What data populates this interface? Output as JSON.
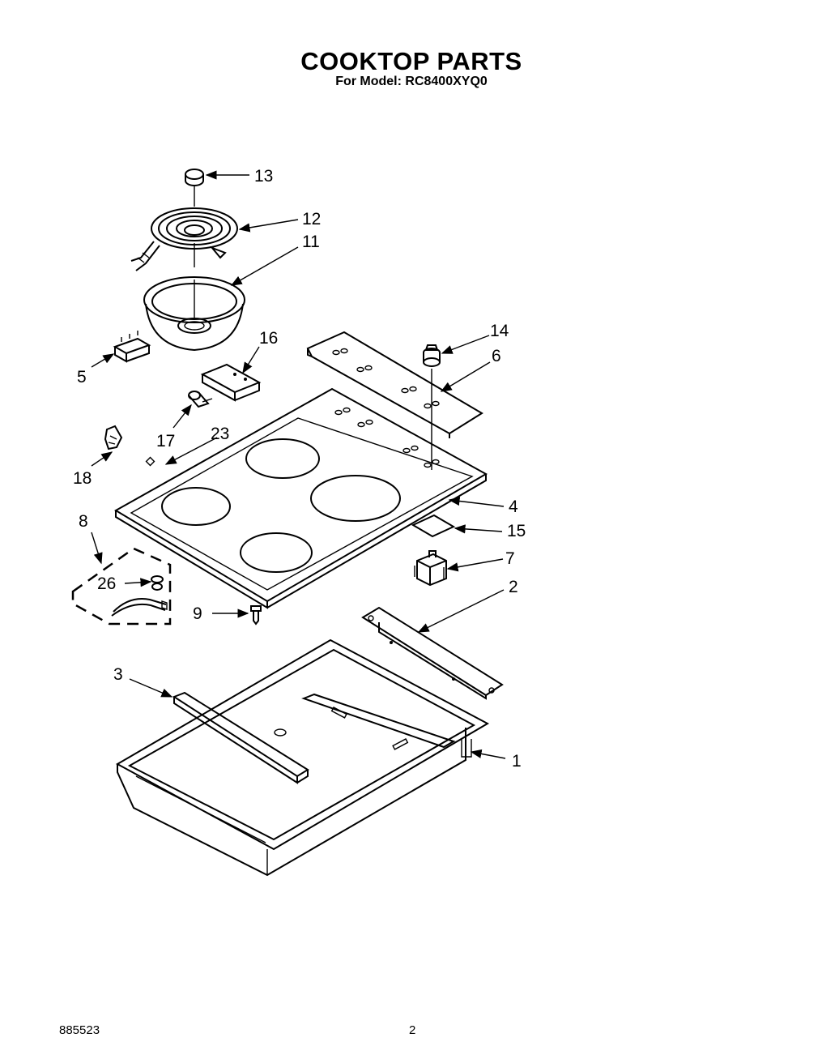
{
  "header": {
    "title": "COOKTOP PARTS",
    "subtitle": "For Model: RC8400XYQ0"
  },
  "footer": {
    "doc_number": "885523",
    "page_number": "2"
  },
  "callouts": [
    "1",
    "2",
    "3",
    "4",
    "5",
    "6",
    "7",
    "8",
    "9",
    "11",
    "12",
    "13",
    "14",
    "15",
    "16",
    "17",
    "18",
    "23",
    "26"
  ]
}
